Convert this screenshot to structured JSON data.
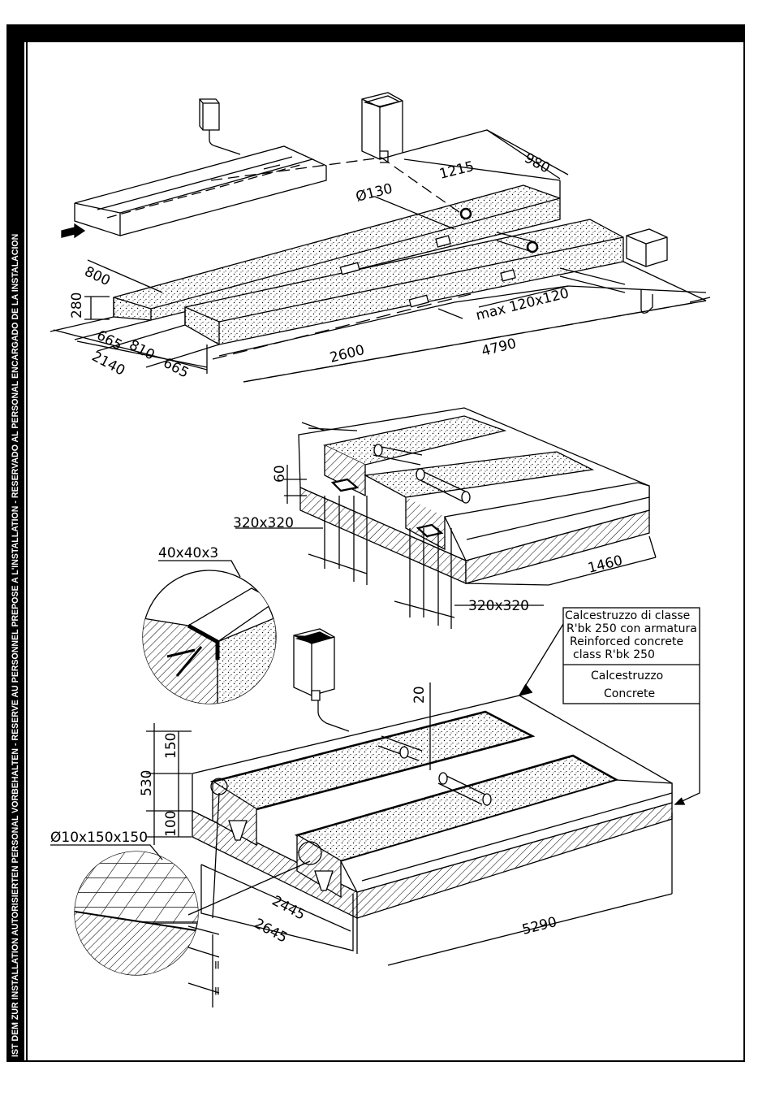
{
  "sidebar": {
    "text": "IST DEM ZUR INSTALLATION AUTORISIERTEN PERSONAL VORBEHALTEN - RESERVE AU PERSONNEL PREPOSE A L'INSTALLATION - RESERVADO AL PERSONAL ENCARGADO DE LA INSTALACION"
  },
  "top_drawing": {
    "dims": {
      "d980": "980",
      "d1215": "1215",
      "dia130": "Ø130",
      "d800": "800",
      "d280": "280",
      "d665a": "665",
      "d810": "810",
      "d2140": "2140",
      "d665b": "665",
      "d2600": "2600",
      "d4790": "4790",
      "max": "max 120x120"
    }
  },
  "middle_drawing": {
    "dims": {
      "d60": "60",
      "pit1": "320x320",
      "d1460": "1460",
      "pit2": "320x320"
    }
  },
  "bottom_drawing": {
    "dims": {
      "angle": "40x40x3",
      "d20": "20",
      "d150": "150",
      "d530": "530",
      "d100": "100",
      "mesh": "Ø10x150x150",
      "d2445": "2445",
      "d2645": "2645",
      "d5290": "5290",
      "eq1": "=",
      "eq2": "="
    },
    "legend": {
      "line1": "Calcestruzzo di classe",
      "line2": "R'bk 250 con armatura",
      "line3": "Reinforced concrete",
      "line4": "class R'bk 250",
      "line5": "Calcestruzzo",
      "line6": "Concrete"
    }
  }
}
